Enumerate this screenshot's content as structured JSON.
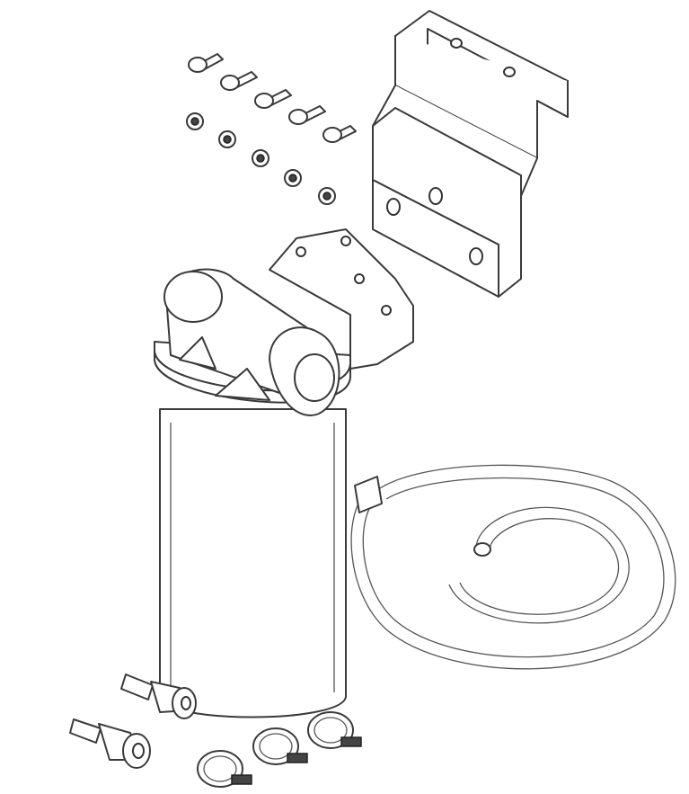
{
  "figure": {
    "colors": {
      "line": "#3a3a3a",
      "background": "#ffffff"
    },
    "parts": [
      "bolt-icon",
      "nut-icon",
      "mounting-bracket",
      "filter-head",
      "filter-canister",
      "fuel-hose-coil",
      "barb-fitting-icon",
      "hose-clamp-icon"
    ],
    "counts": {
      "bolts": 5,
      "nuts": 5,
      "fittings": 2,
      "clamps": 3
    }
  }
}
